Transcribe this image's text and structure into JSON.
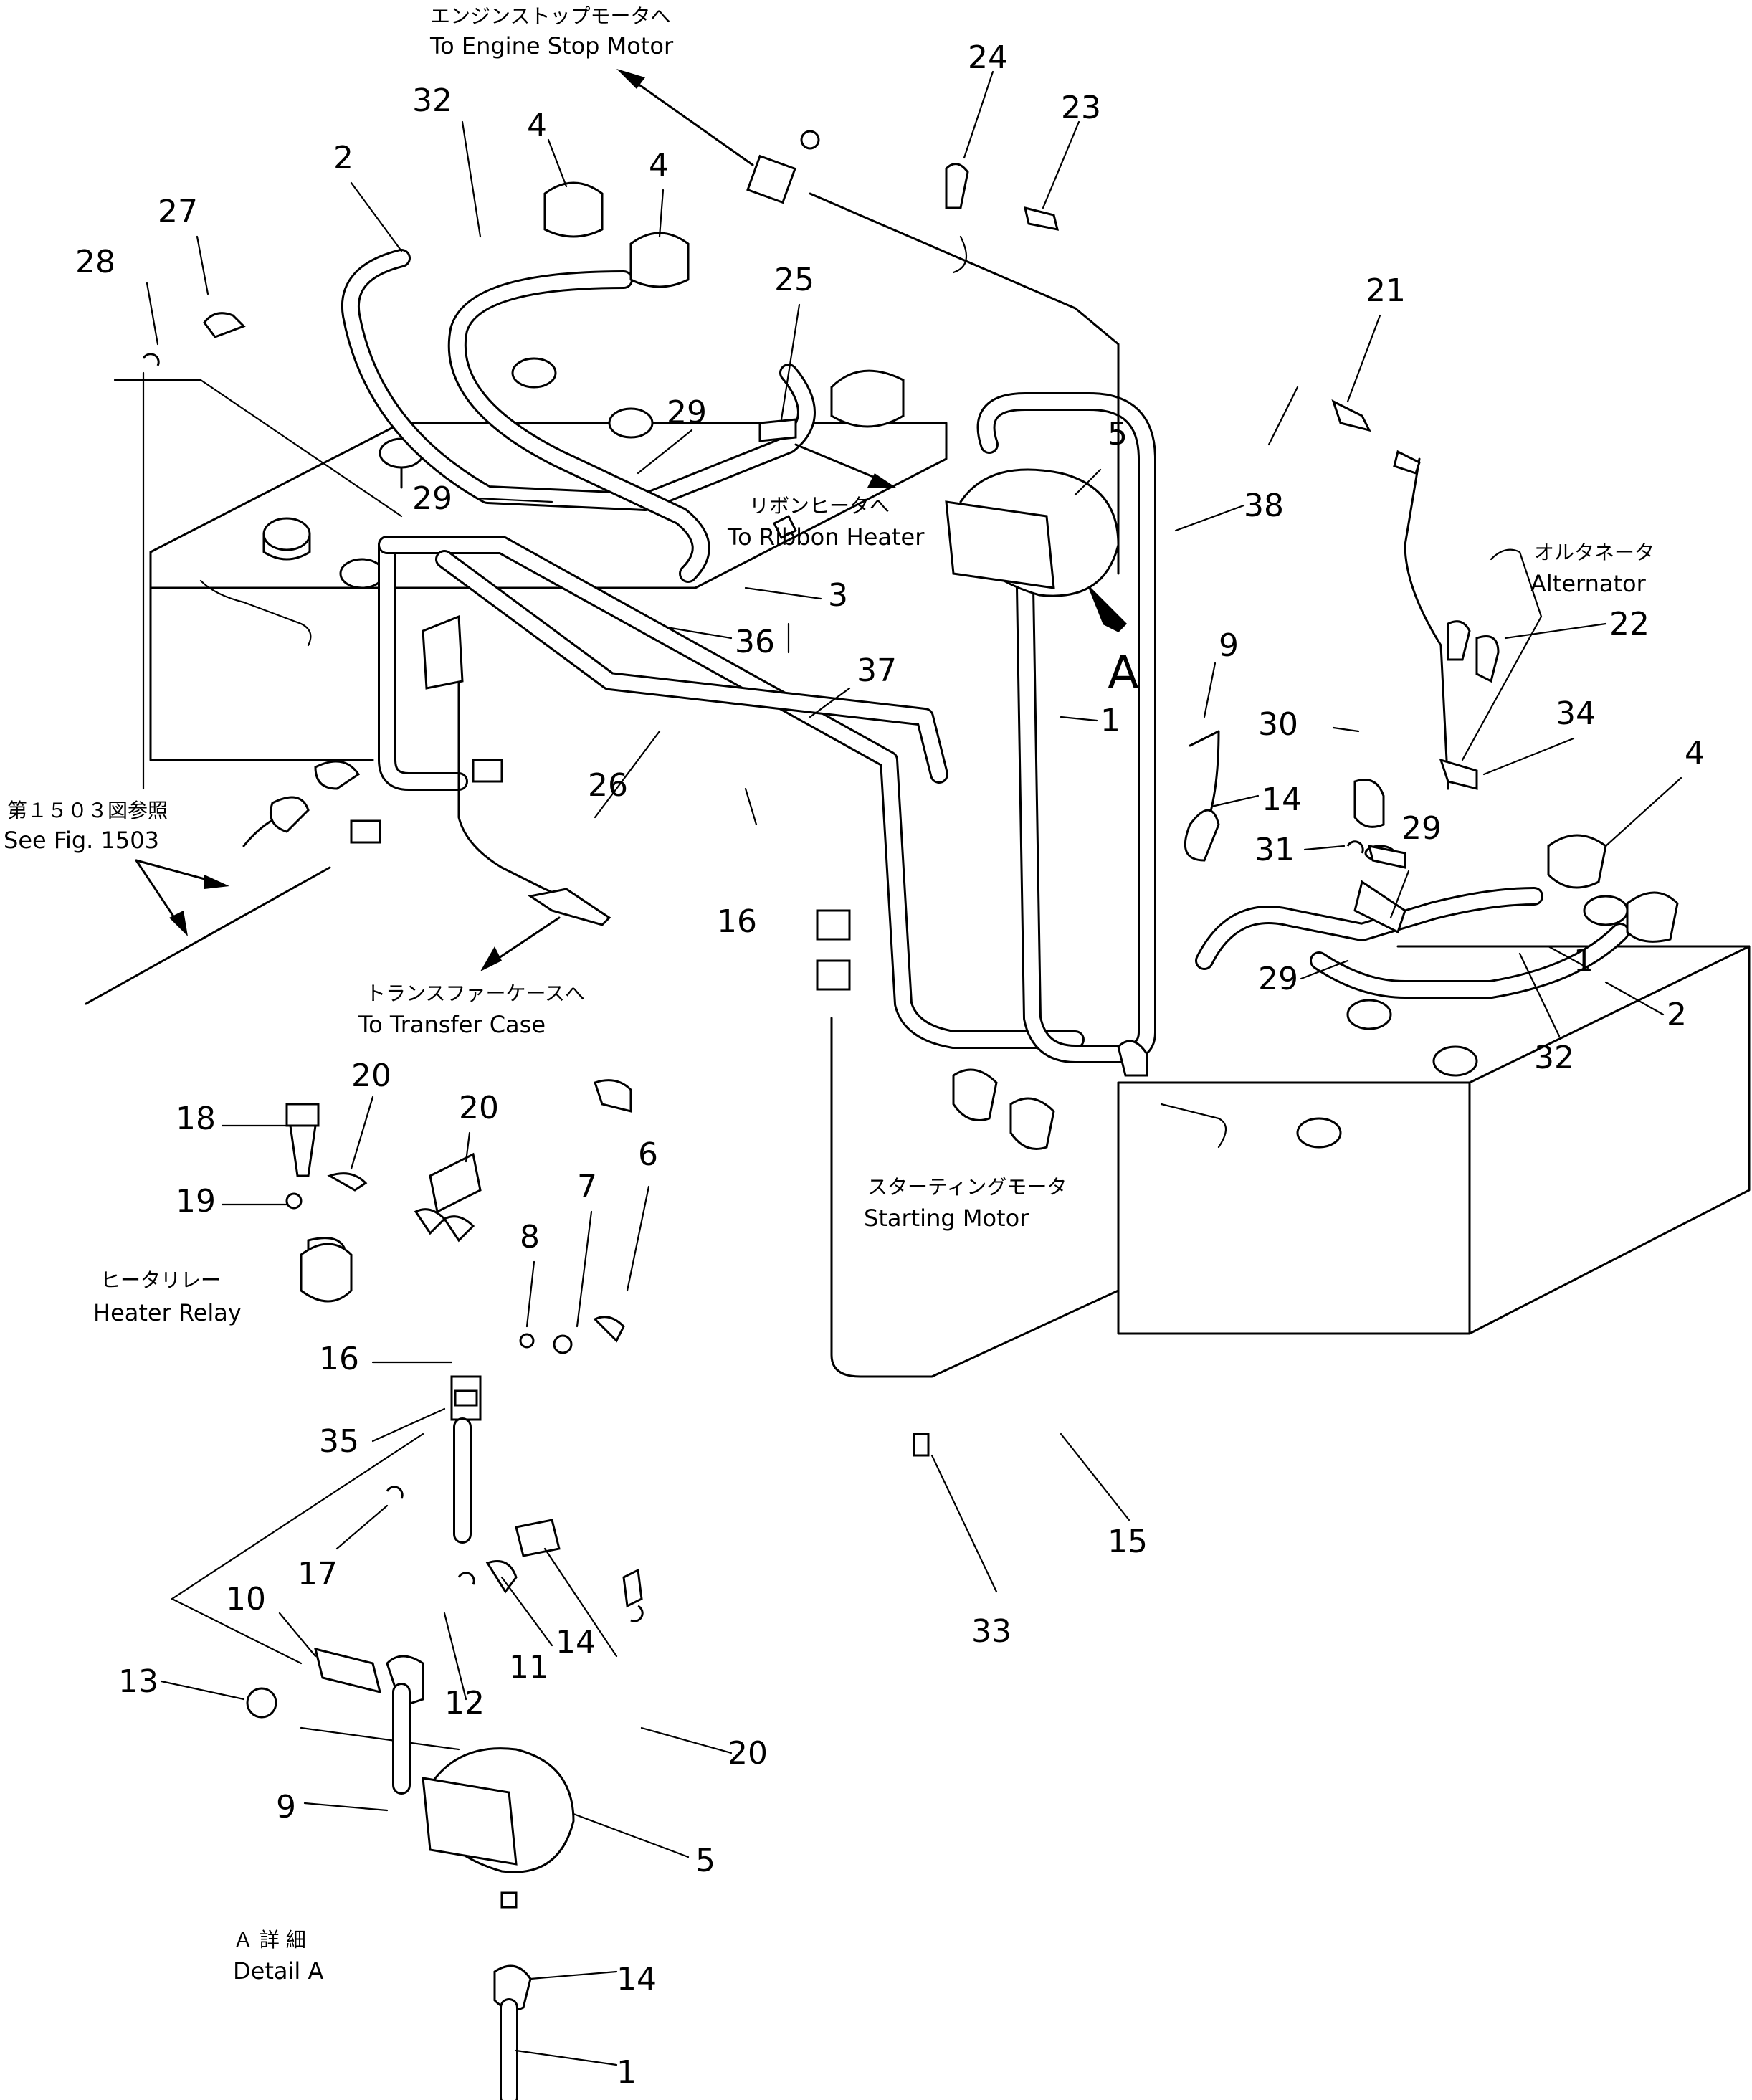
{
  "callouts": [
    {
      "id": "c1",
      "text": "1"
    },
    {
      "id": "c1b",
      "text": "1"
    },
    {
      "id": "c1c",
      "text": "1"
    },
    {
      "id": "c2",
      "text": "2"
    },
    {
      "id": "c2b",
      "text": "2"
    },
    {
      "id": "c3",
      "text": "3"
    },
    {
      "id": "c4a",
      "text": "4"
    },
    {
      "id": "c4b",
      "text": "4"
    },
    {
      "id": "c4c",
      "text": "4"
    },
    {
      "id": "c5",
      "text": "5"
    },
    {
      "id": "c5b",
      "text": "5"
    },
    {
      "id": "c6",
      "text": "6"
    },
    {
      "id": "c7",
      "text": "7"
    },
    {
      "id": "c8",
      "text": "8"
    },
    {
      "id": "c9",
      "text": "9"
    },
    {
      "id": "c9b",
      "text": "9"
    },
    {
      "id": "c10",
      "text": "10"
    },
    {
      "id": "c11",
      "text": "11"
    },
    {
      "id": "c12",
      "text": "12"
    },
    {
      "id": "c13",
      "text": "13"
    },
    {
      "id": "c14",
      "text": "14"
    },
    {
      "id": "c14b",
      "text": "14"
    },
    {
      "id": "c14c",
      "text": "14"
    },
    {
      "id": "c15",
      "text": "15"
    },
    {
      "id": "c16",
      "text": "16"
    },
    {
      "id": "c16b",
      "text": "16"
    },
    {
      "id": "c17",
      "text": "17"
    },
    {
      "id": "c18",
      "text": "18"
    },
    {
      "id": "c19",
      "text": "19"
    },
    {
      "id": "c20",
      "text": "20"
    },
    {
      "id": "c20b",
      "text": "20"
    },
    {
      "id": "c20c",
      "text": "20"
    },
    {
      "id": "c21",
      "text": "21"
    },
    {
      "id": "c22",
      "text": "22"
    },
    {
      "id": "c23",
      "text": "23"
    },
    {
      "id": "c24",
      "text": "24"
    },
    {
      "id": "c25",
      "text": "25"
    },
    {
      "id": "c26",
      "text": "26"
    },
    {
      "id": "c27",
      "text": "27"
    },
    {
      "id": "c28",
      "text": "28"
    },
    {
      "id": "c29a",
      "text": "29"
    },
    {
      "id": "c29b",
      "text": "29"
    },
    {
      "id": "c29c",
      "text": "29"
    },
    {
      "id": "c29d",
      "text": "29"
    },
    {
      "id": "c30",
      "text": "30"
    },
    {
      "id": "c31",
      "text": "31"
    },
    {
      "id": "c32a",
      "text": "32"
    },
    {
      "id": "c32b",
      "text": "32"
    },
    {
      "id": "c33",
      "text": "33"
    },
    {
      "id": "c34",
      "text": "34"
    },
    {
      "id": "c35",
      "text": "35"
    },
    {
      "id": "c36",
      "text": "36"
    },
    {
      "id": "c37",
      "text": "37"
    },
    {
      "id": "c38",
      "text": "38"
    }
  ],
  "labels": {
    "engine_stop_jp": "エンジンストップモータへ",
    "engine_stop_en": "To Engine Stop Motor",
    "ribbon_jp": "リボンヒータへ",
    "ribbon_en": "To Ribbon Heater",
    "alternator_jp": "オルタネータ",
    "alternator_en": "Alternator",
    "see_fig_jp": "第１５０３図参照",
    "see_fig_en": "See Fig. 1503",
    "transfer_jp": "トランスファーケースへ",
    "transfer_en": "To Transfer Case",
    "starting_jp": "スターティングモータ",
    "starting_en": "Starting Motor",
    "heater_relay_jp": "ヒータリレー",
    "heater_relay_en": "Heater Relay",
    "detail_a_jp": "Ａ 詳 細",
    "detail_a_en": "Detail A",
    "view_a": "A"
  }
}
